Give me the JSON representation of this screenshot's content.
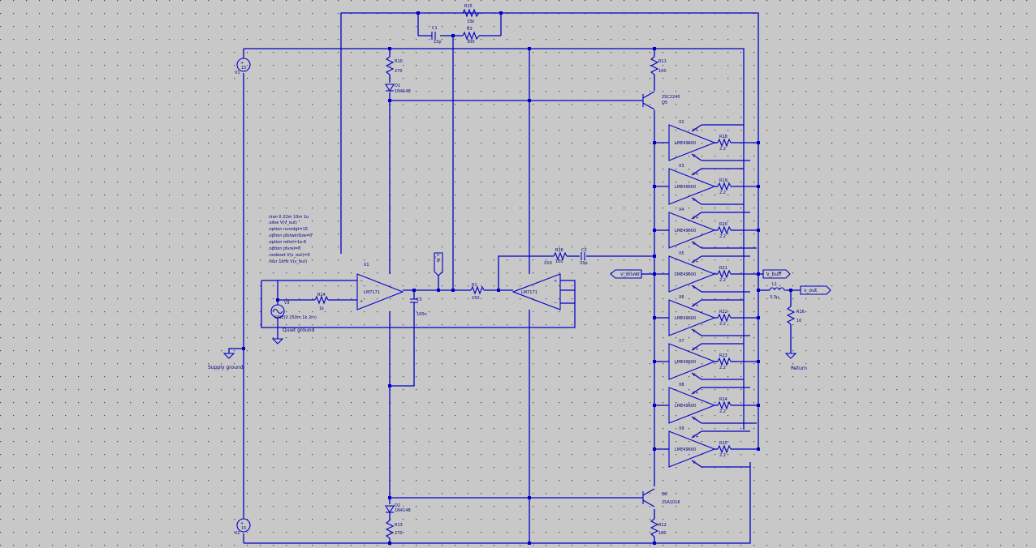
{
  "directives": [
    ".tran 0 22m 10m 1u",
    ".save V(v_out)",
    ".option numdgt=15",
    ".option plotwinsize=0",
    ".option reltol=1e-6",
    ".option pivrel=0",
    ".nodeset V(v_out)=0",
    ".four 1kHz V(v_out)"
  ],
  "components": {
    "R15": {
      "name": "R15",
      "value": "33k"
    },
    "R3": {
      "name": "R3",
      "value": "300"
    },
    "C1": {
      "name": "C1",
      "value": "15p"
    },
    "R10": {
      "name": "R10",
      "value": "270"
    },
    "D1": {
      "name": "D1",
      "value": "1N4148"
    },
    "R11": {
      "name": "R11",
      "value": "100"
    },
    "Q5": {
      "name": "Q5",
      "value": "2SC2240"
    },
    "V1": {
      "name": "V1",
      "value": "15"
    },
    "V2": {
      "name": "V2",
      "value": "15"
    },
    "X1": {
      "name": "X1",
      "value": "LM7171"
    },
    "R14": {
      "name": "R14",
      "value": "1k"
    },
    "V3": {
      "name": "V3",
      "value": "SINE(0 250m 1k 2m)"
    },
    "C5": {
      "name": "C5",
      "value": "100n"
    },
    "R1": {
      "name": "R1",
      "value": "150"
    },
    "X10": {
      "name": "X10",
      "value": "LM7171"
    },
    "R26": {
      "name": "R26",
      "value": "100"
    },
    "C2": {
      "name": "C2",
      "value": "33p"
    },
    "L1": {
      "name": "L1",
      "value": "3.3µ"
    },
    "R16": {
      "name": "R16",
      "value": "10"
    },
    "D2": {
      "name": "D2",
      "value": "1N4148"
    },
    "R13": {
      "name": "R13",
      "value": "270"
    },
    "Q6": {
      "name": "Q6",
      "value": "2SA1016"
    },
    "R12": {
      "name": "R12",
      "value": "100"
    }
  },
  "buffers": [
    {
      "name": "X2",
      "part": "LME49600",
      "rname": "R18",
      "rval": "2.2"
    },
    {
      "name": "X3",
      "part": "LME49600",
      "rname": "R19",
      "rval": "2.2"
    },
    {
      "name": "X4",
      "part": "LME49600",
      "rname": "R20",
      "rval": "2.2"
    },
    {
      "name": "X5",
      "part": "LME49600",
      "rname": "R21",
      "rval": "2.2"
    },
    {
      "name": "X6",
      "part": "LME49600",
      "rname": "R22",
      "rval": "2.2"
    },
    {
      "name": "X7",
      "part": "LME49600",
      "rname": "R23",
      "rval": "2.2"
    },
    {
      "name": "X8",
      "part": "LME49600",
      "rname": "R24",
      "rval": "2.2"
    },
    {
      "name": "X9",
      "part": "LME49600",
      "rname": "R25",
      "rval": "2.2"
    }
  ],
  "nets": {
    "driver": "v_driver",
    "buff": "v_buff",
    "out": "v_out",
    "fb": "v_fb",
    "quiet_ground": "Quiet ground",
    "supply_ground": "Supply ground",
    "return": "Return"
  }
}
